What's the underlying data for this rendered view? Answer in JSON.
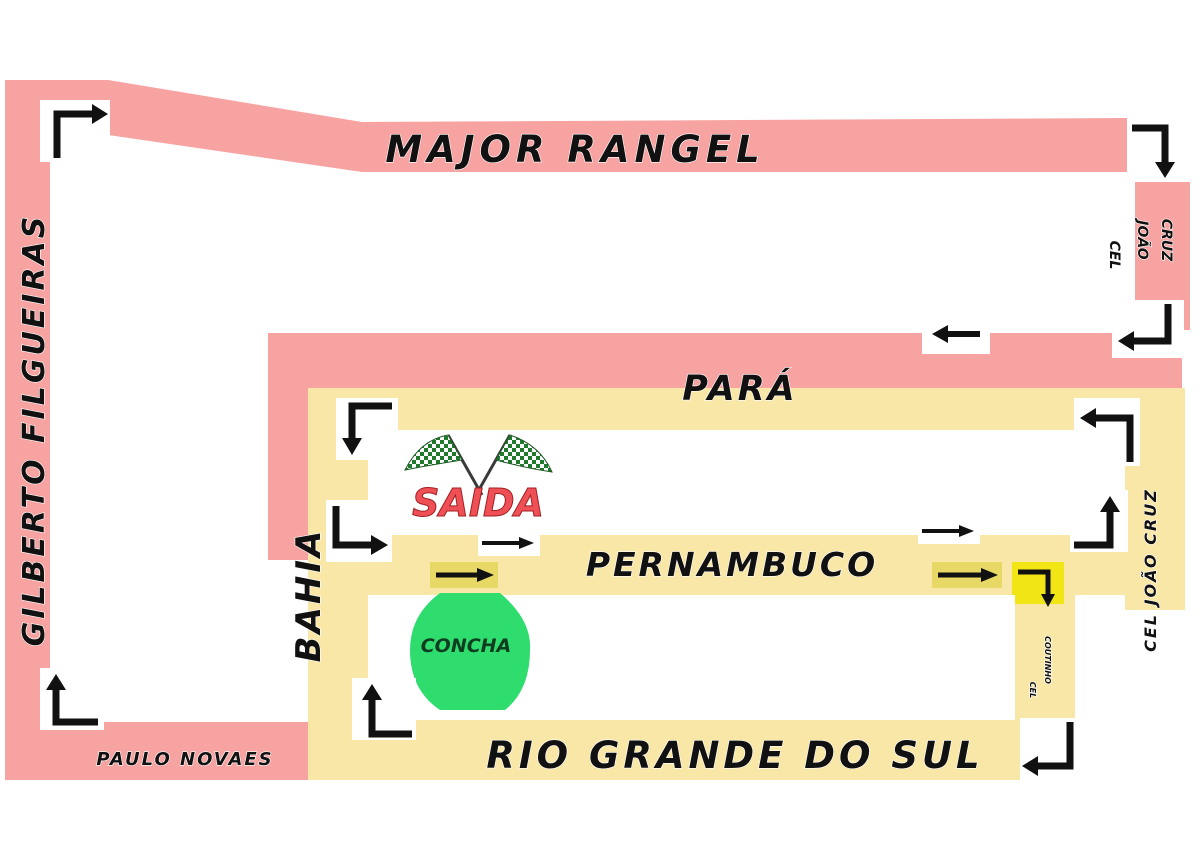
{
  "colors": {
    "outer_route": "#f6a3a1",
    "inner_route": "#f9e7a7",
    "concha": "#2fdc6e",
    "arrow": "#111111",
    "yellow_marker": "#f1e516",
    "saida": "#ef5055",
    "background": "#ffffff"
  },
  "streets": {
    "major_rangel": "MAJOR RANGEL",
    "gilberto_filgueiras": "GILBERTO FILGUEIRAS",
    "paulo_novaes": "PAULO NOVAES",
    "para": "PARÁ",
    "bahia": "BAHIA",
    "pernambuco": "PERNAMBUCO",
    "rio_grande_do_sul": "RIO GRANDE DO SUL",
    "cel_joao_cruz_top_1": "CEL",
    "cel_joao_cruz_top_2": "JOÃO",
    "cel_joao_cruz_top_3": "CRUZ",
    "cel_joao_cruz_right": "CEL JOÃO CRUZ",
    "cel_coutinho_1": "CEL",
    "cel_coutinho_2": "COUTINHO"
  },
  "landmarks": {
    "saida": "SAIDA",
    "concha": "CONCHA"
  },
  "icons": {
    "start_flags": "checkered-flags-icon",
    "turn_arrow": "turn-arrow-icon",
    "direction_arrow": "direction-arrow-icon"
  }
}
